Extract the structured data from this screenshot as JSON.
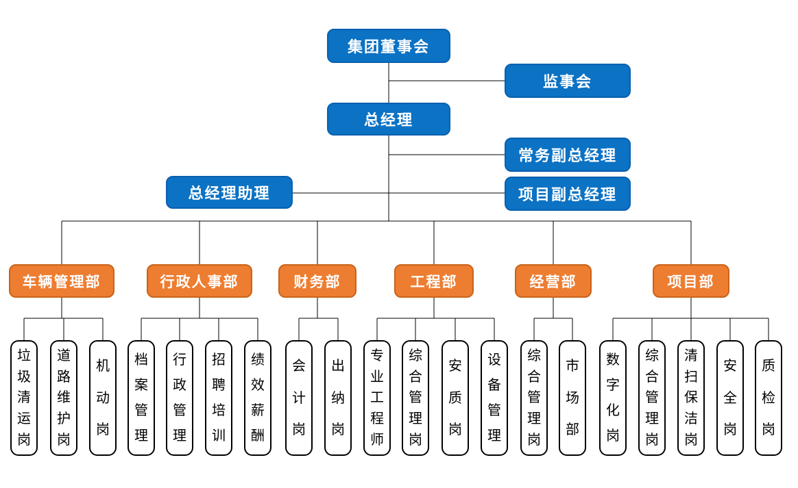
{
  "org": {
    "board": "集团董事会",
    "supervisory": "监事会",
    "general_manager": "总经理",
    "executive_deputy_gm": "常务副总经理",
    "gm_assistant": "总经理助理",
    "project_deputy_gm": "项目副总经理",
    "departments": [
      {
        "name": "车辆管理部",
        "positions": [
          "垃圾清运岗",
          "道路维护岗",
          "机动岗"
        ]
      },
      {
        "name": "行政人事部",
        "positions": [
          "档案管理",
          "行政管理",
          "招聘培训",
          "绩效薪酬"
        ]
      },
      {
        "name": "财务部",
        "positions": [
          "会计岗",
          "出纳岗"
        ]
      },
      {
        "name": "工程部",
        "positions": [
          "专业工程师",
          "综合管理岗",
          "安质岗",
          "设备管理"
        ]
      },
      {
        "name": "经营部",
        "positions": [
          "综合管理岗",
          "市场部"
        ]
      },
      {
        "name": "项目部",
        "positions": [
          "数字化岗",
          "综合管理岗",
          "清扫保洁岗",
          "安全岗",
          "质检岗"
        ]
      }
    ]
  },
  "colors": {
    "executive_blue": "#0B72C4",
    "executive_blue_border": "#0A60AE",
    "department_orange": "#ED7D31",
    "department_orange_border": "#C96318",
    "position_box_border": "#000000",
    "connector_line": "#000000",
    "text_on_color": "#FFFFFF",
    "text_dark": "#000000"
  }
}
